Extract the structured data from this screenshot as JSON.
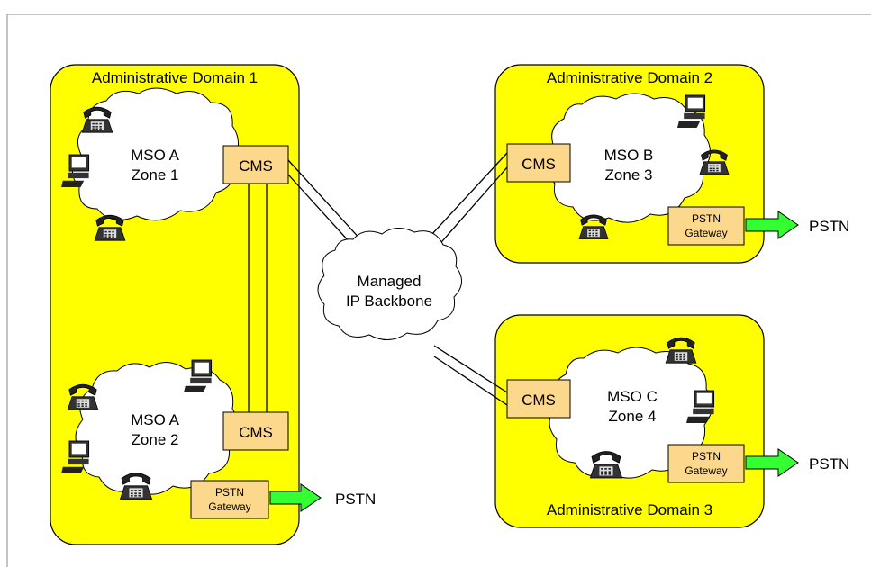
{
  "domains": {
    "d1": "Administrative Domain 1",
    "d2": "Administrative Domain 2",
    "d3": "Administrative Domain 3"
  },
  "zones": {
    "a1": {
      "line1": "MSO A",
      "line2": "Zone 1"
    },
    "a2": {
      "line1": "MSO A",
      "line2": "Zone 2"
    },
    "b3": {
      "line1": "MSO B",
      "line2": "Zone 3"
    },
    "c4": {
      "line1": "MSO C",
      "line2": "Zone 4"
    }
  },
  "cms_label": "CMS",
  "gateway": {
    "line1": "PSTN",
    "line2": "Gateway"
  },
  "pstn_label": "PSTN",
  "backbone": {
    "line1": "Managed",
    "line2": "IP Backbone"
  },
  "colors": {
    "domain_fill": "#ffff00",
    "cms_fill": "#fcd88c",
    "arrow_fill": "#33ff33"
  }
}
